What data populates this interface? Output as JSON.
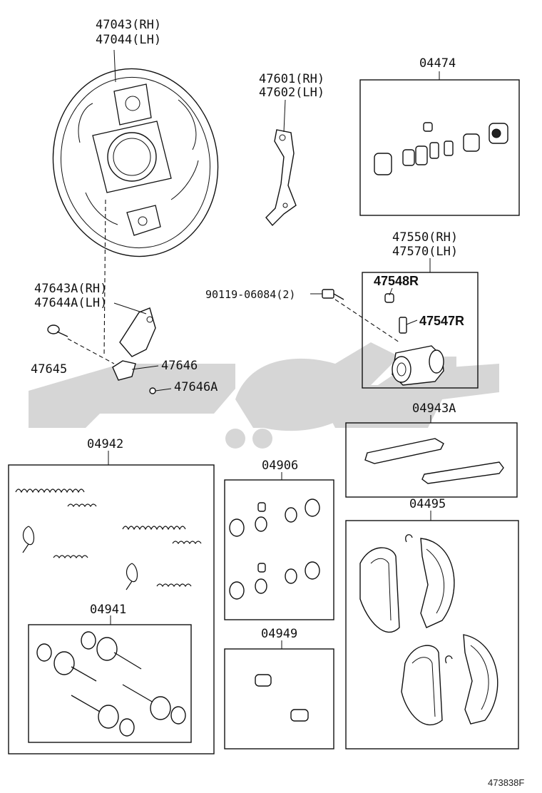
{
  "diagram_id": "473838F",
  "watermark_color": "#cfcfcf",
  "parts": {
    "backing_plate_rh": "47043(RH)",
    "backing_plate_lh": "47044(LH)",
    "lever_rh": "47601(RH)",
    "lever_lh": "47602(LH)",
    "cylinder_kit": "04474",
    "wheel_cylinder_rh": "47550(RH)",
    "wheel_cylinder_lh": "47570(LH)",
    "cap": "47548R",
    "bleeder": "47547R",
    "bolt": "90119-06084(2)",
    "adjuster_lever_rh": "47643A(RH)",
    "adjuster_lever_lh": "47644A(LH)",
    "pin": "47645",
    "adjuster_spring": "47646",
    "washer": "47646A",
    "strut_set": "04943A",
    "spring_kit": "04942",
    "shoe_set": "04495",
    "cup_kit": "04906",
    "hold_down_kit": "04941",
    "boot_kit": "04949"
  }
}
